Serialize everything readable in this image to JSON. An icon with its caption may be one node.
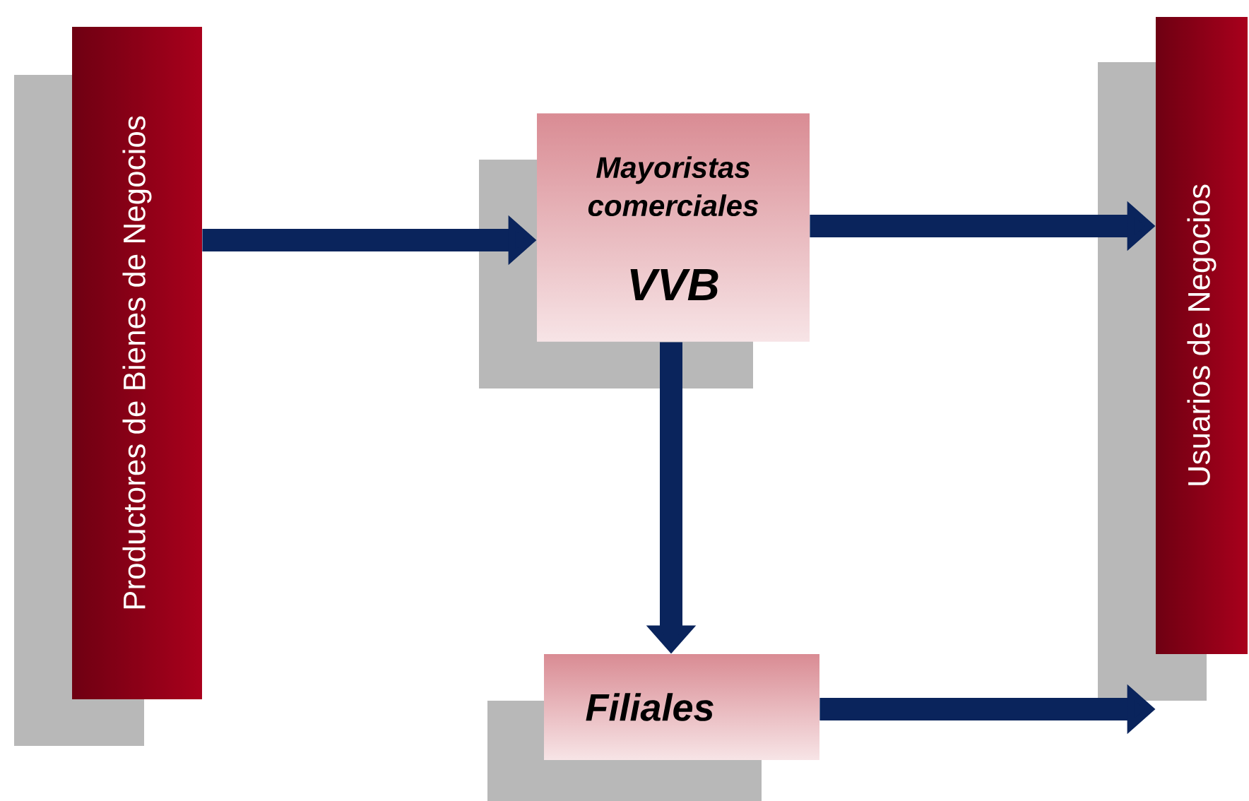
{
  "diagram": {
    "nodes": [
      {
        "text": [
          "Productores de Bienes de Negocios"
        ]
      },
      {
        "text": [
          "Mayoristas comerciales",
          "VVB"
        ]
      },
      {
        "text": [
          "Usuarios de Negocios"
        ]
      },
      {
        "text": [
          "Filiales"
        ]
      }
    ],
    "edges": [
      {
        "from": 0,
        "to": 1,
        "arrow": "to"
      },
      {
        "from": 1,
        "to": 2,
        "arrow": "to"
      },
      {
        "from": 1,
        "to": 3,
        "arrow": "to"
      },
      {
        "from": 3,
        "to": 2,
        "arrow": "to"
      }
    ]
  }
}
